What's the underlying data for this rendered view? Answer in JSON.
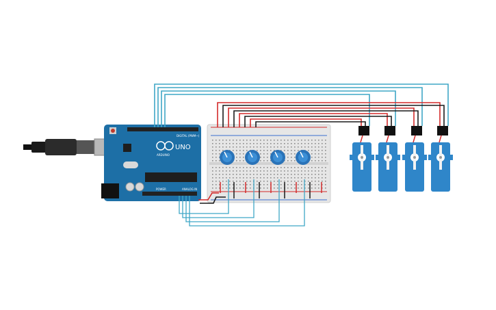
{
  "board": {
    "brand": "ARDUINO",
    "model": "UNO",
    "digital_label": "DIGITAL (PWM~)",
    "power_label": "POWER",
    "analog_label": "ANALOG IN"
  },
  "colors": {
    "background": "#ffffff",
    "board": "#1d6fa6",
    "breadboard": "#e6e6e6",
    "servo": "#2f86c9",
    "pot": "#2a73b8",
    "wire_signal": "#3fa7c6",
    "wire_power": "#d32a2a",
    "wire_ground": "#1a1a1a"
  },
  "components": {
    "potentiometers": 4,
    "servos": 4
  }
}
